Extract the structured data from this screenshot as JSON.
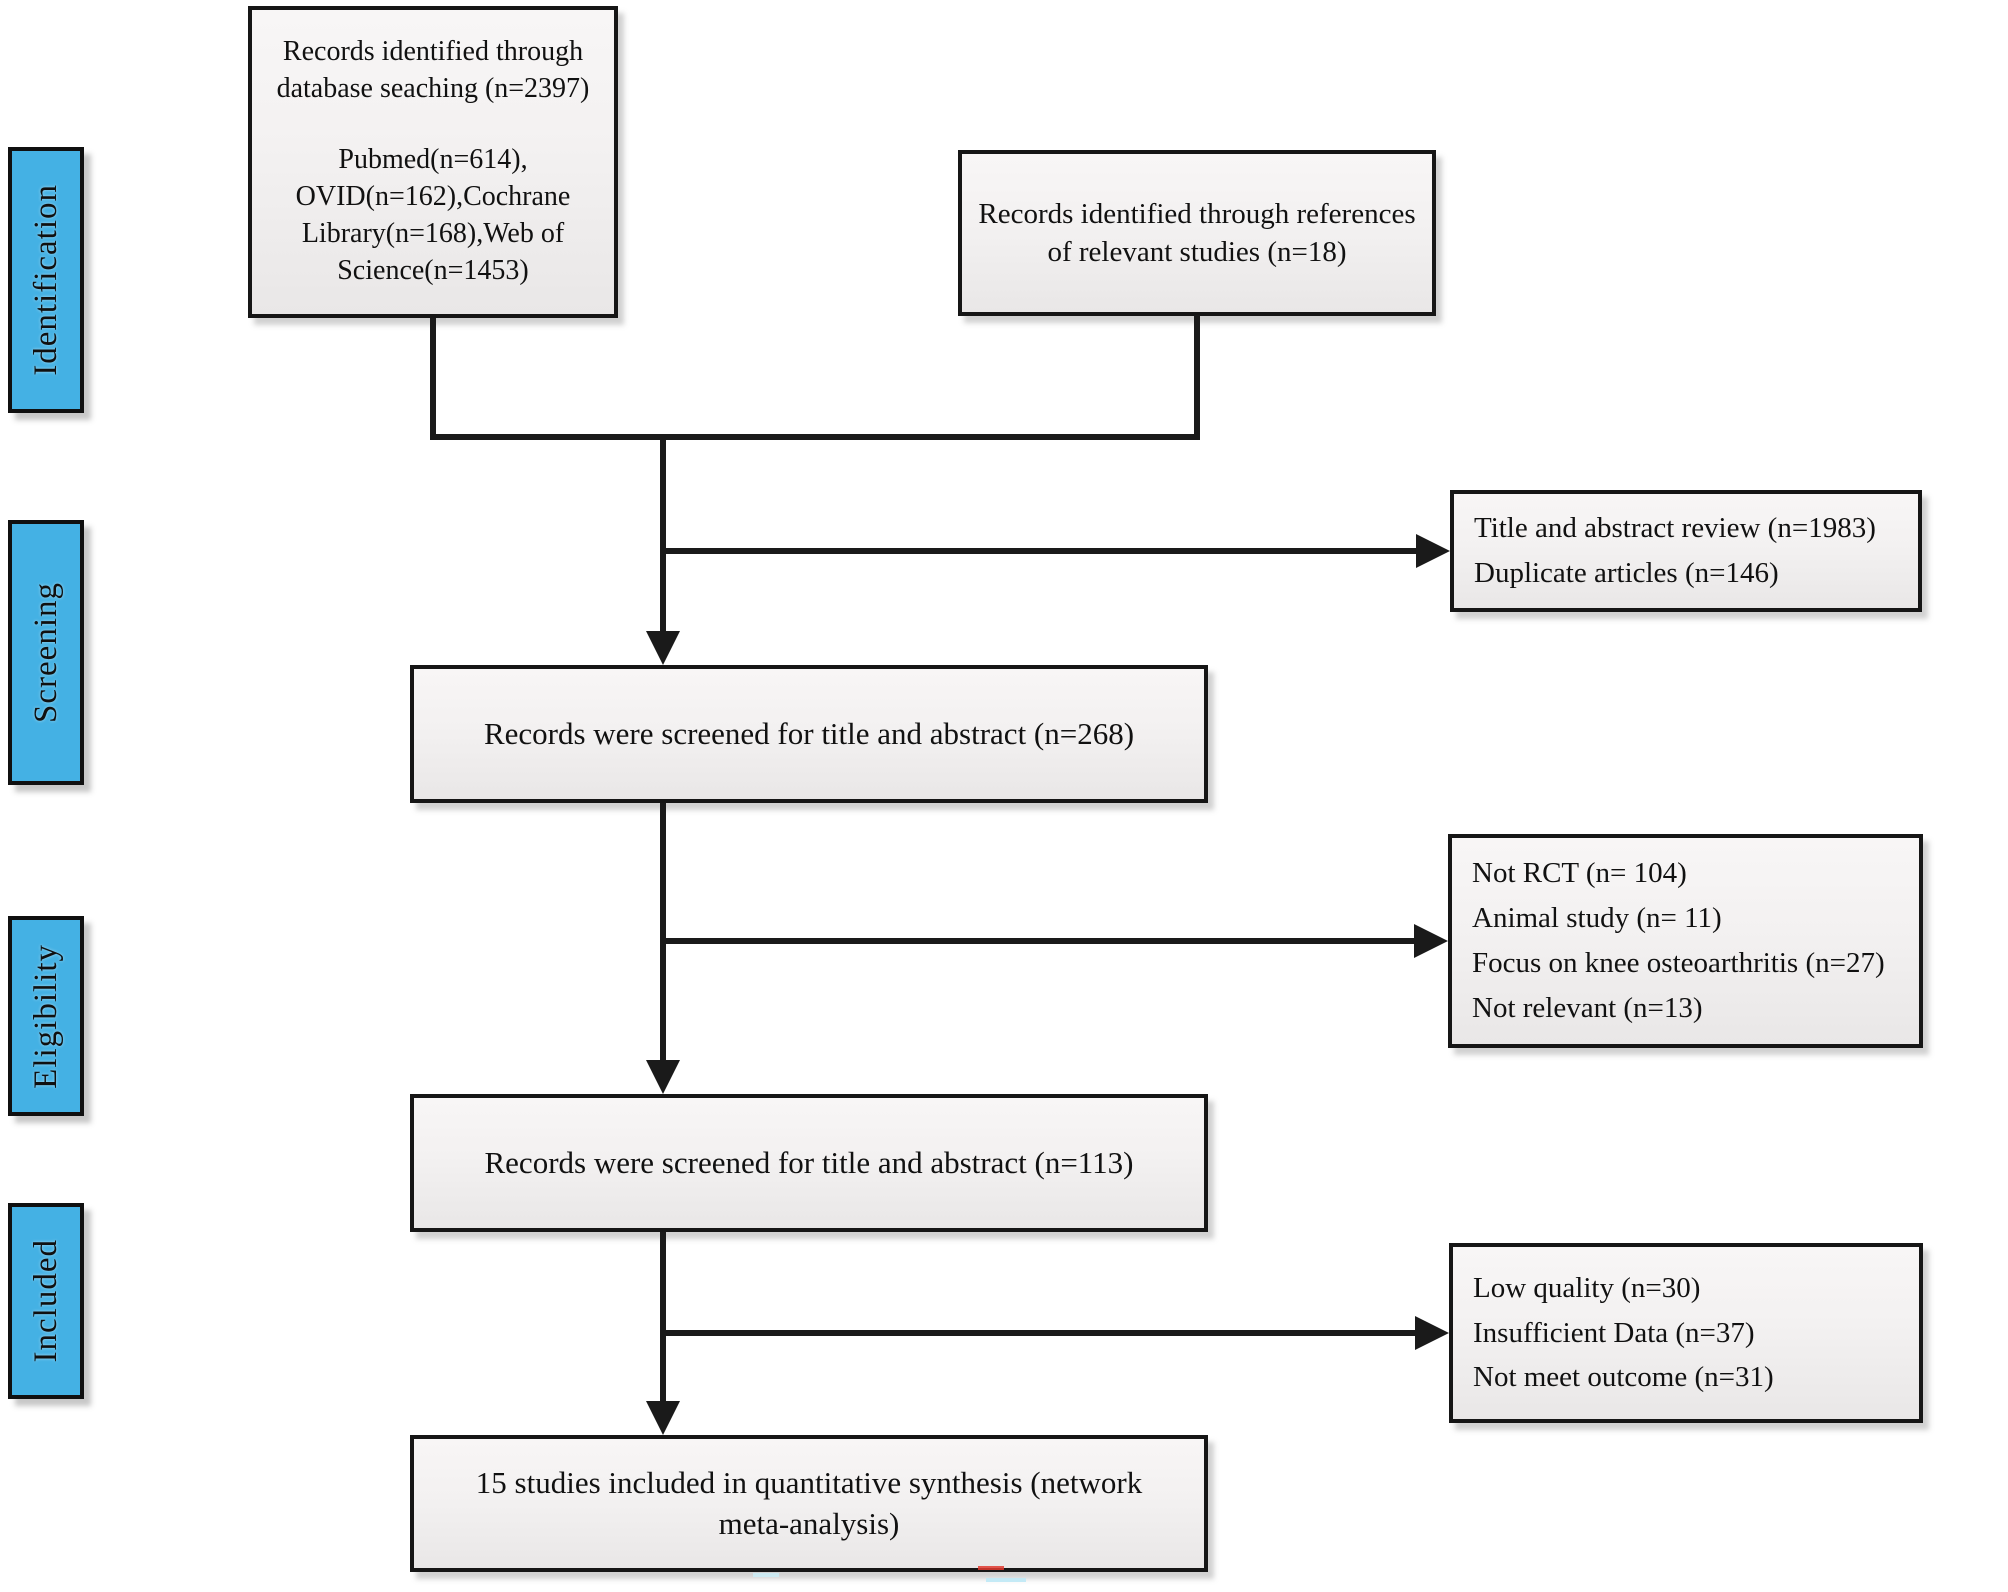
{
  "figure": {
    "type": "prisma-study-selection-flow",
    "stages": [
      {
        "id": "identification",
        "label": "Identification"
      },
      {
        "id": "screening",
        "label": "Screening"
      },
      {
        "id": "eligibility",
        "label": "Eligibility"
      },
      {
        "id": "included",
        "label": "Included"
      }
    ],
    "boxes": {
      "identified_db": {
        "title": "Records identified through database seaching (n=2397)",
        "sources": "Pubmed(n=614), OVID(n=162),Cochrane Library(n=168),Web of Science(n=1453)"
      },
      "identified_refs": {
        "text": "Records identified through references of relevant studies (n=18)"
      },
      "excluded_title_abstract": {
        "lines": [
          "Title and abstract review (n=1983)",
          "Duplicate articles (n=146)"
        ]
      },
      "screened_1": {
        "text": "Records were screened for title and abstract (n=268)"
      },
      "excluded_eligibility": {
        "lines": [
          "Not RCT (n= 104)",
          "Animal study (n= 11)",
          "Focus on knee osteoarthritis (n=27)",
          "Not relevant (n=13)"
        ]
      },
      "screened_2": {
        "text": "Records were screened for title and abstract (n=113)"
      },
      "excluded_quality": {
        "lines": [
          "Low quality (n=30)",
          "Insufficient Data (n=37)",
          "Not meet outcome (n=31)"
        ]
      },
      "included_final": {
        "text": "15 studies included in quantitative synthesis (network meta-analysis)"
      }
    },
    "counts": {
      "identified_database": 2397,
      "pubmed": 614,
      "ovid": 162,
      "cochrane_library": 168,
      "web_of_science": 1453,
      "identified_references": 18,
      "title_abstract_review": 1983,
      "duplicate_articles": 146,
      "screened_title_abstract_1": 268,
      "not_rct": 104,
      "animal_study": 11,
      "focus_knee_osteoarthritis": 27,
      "not_relevant": 13,
      "screened_title_abstract_2": 113,
      "low_quality": 30,
      "insufficient_data": 37,
      "not_meet_outcome": 31,
      "included_studies": 15
    },
    "colors": {
      "stage_fill": "#44b1e4",
      "box_fill": "#f3f1f1",
      "line": "#1a1a1a"
    }
  }
}
